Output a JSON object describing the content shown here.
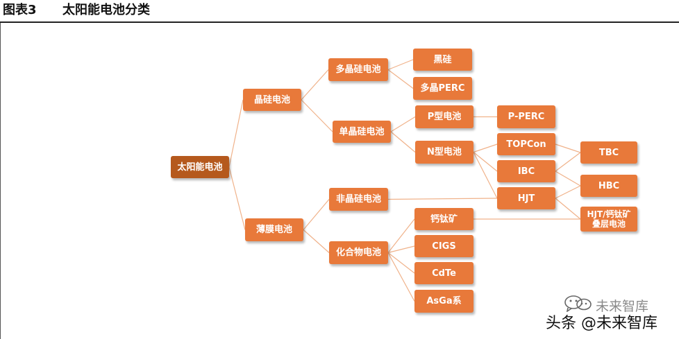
{
  "figure": {
    "number": "图表3",
    "title": "太阳能电池分类"
  },
  "diagram": {
    "nodes": {
      "root": "太阳能电池",
      "crystalline": "晶硅电池",
      "thin_film": "薄膜电池",
      "multi": "多晶硅电池",
      "mono": "单晶硅电池",
      "black_si": "黑硅",
      "multi_perc": "多晶PERC",
      "p_type": "P型电池",
      "n_type": "N型电池",
      "p_perc": "P-PERC",
      "topcon": "TOPCon",
      "ibc": "IBC",
      "hjt": "HJT",
      "tbc": "TBC",
      "hbc": "HBC",
      "hjt_perovskite": "HJT/钙钛矿\n叠层电池",
      "amorphous": "非晶硅电池",
      "compound": "化合物电池",
      "perovskite": "钙钛矿",
      "cigs": "CIGS",
      "cdte": "CdTe",
      "asga": "AsGa系"
    },
    "edges": [
      [
        "root",
        "crystalline"
      ],
      [
        "root",
        "thin_film"
      ],
      [
        "crystalline",
        "multi"
      ],
      [
        "crystalline",
        "mono"
      ],
      [
        "multi",
        "black_si"
      ],
      [
        "multi",
        "multi_perc"
      ],
      [
        "mono",
        "p_type"
      ],
      [
        "mono",
        "n_type"
      ],
      [
        "p_type",
        "p_perc"
      ],
      [
        "n_type",
        "topcon"
      ],
      [
        "n_type",
        "ibc"
      ],
      [
        "n_type",
        "hjt"
      ],
      [
        "topcon",
        "tbc"
      ],
      [
        "ibc",
        "tbc"
      ],
      [
        "ibc",
        "hbc"
      ],
      [
        "hjt",
        "hbc"
      ],
      [
        "hjt",
        "hjt_perovskite"
      ],
      [
        "thin_film",
        "amorphous"
      ],
      [
        "thin_film",
        "compound"
      ],
      [
        "amorphous",
        "hjt"
      ],
      [
        "compound",
        "perovskite"
      ],
      [
        "compound",
        "cigs"
      ],
      [
        "compound",
        "cdte"
      ],
      [
        "compound",
        "asga"
      ],
      [
        "perovskite",
        "hjt_perovskite"
      ]
    ]
  },
  "watermark": {
    "source": "头条 @未来智库",
    "account": "未来智库",
    "icon": "wechat-icon"
  },
  "colors": {
    "node": "#e8793a",
    "root": "#b5591d",
    "connector": "#f0b28a"
  }
}
